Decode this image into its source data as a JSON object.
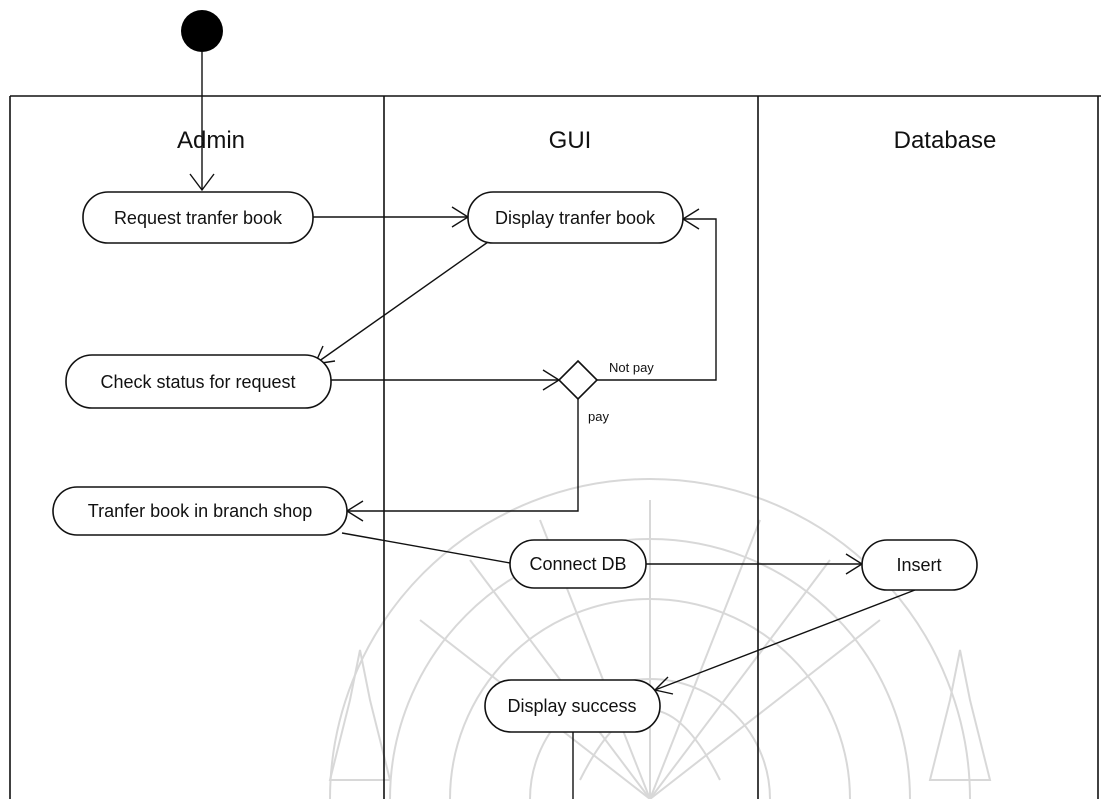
{
  "swimlanes": [
    {
      "id": "admin",
      "title": "Admin"
    },
    {
      "id": "gui",
      "title": "GUI"
    },
    {
      "id": "database",
      "title": "Database"
    }
  ],
  "nodes": {
    "request": "Request tranfer book",
    "display_tranfer": "Display tranfer book",
    "check_status": "Check status for request",
    "tranfer_branch": "Tranfer book in branch shop",
    "connect_db": "Connect DB",
    "insert": "Insert",
    "display_success": "Display success"
  },
  "guards": {
    "not_pay": "Not pay",
    "pay": "pay"
  }
}
